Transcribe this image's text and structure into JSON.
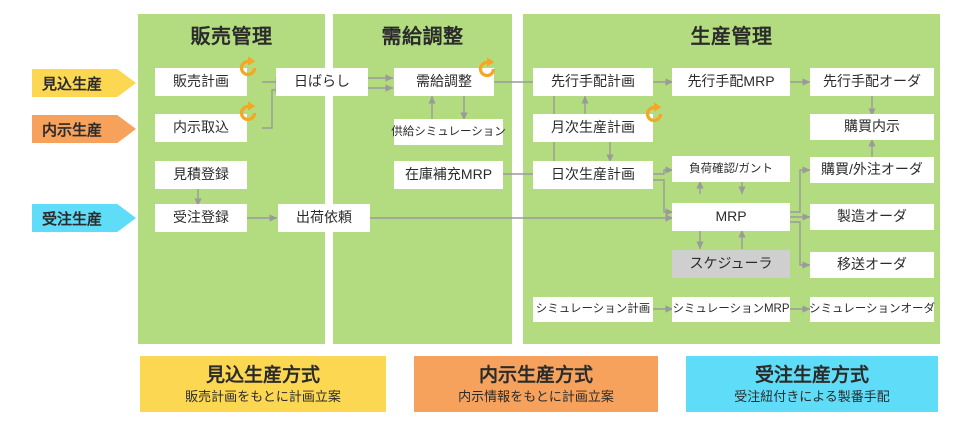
{
  "colors": {
    "panel_green": "#b3dc80",
    "node_white": "#ffffff",
    "node_gray": "#cfcfcf",
    "make_to_stock_yellow": "#fcd752",
    "forecast_orange": "#f6a25c",
    "make_to_order_cyan": "#5fdcf7",
    "connector_gray": "#9a9a9a",
    "cycle_icon_orange": "#f5a623",
    "text_dark": "#2b2b2b"
  },
  "categories": [
    {
      "label": "見込生産",
      "color": "#fcd752",
      "icon": "pennant-arrow-icon"
    },
    {
      "label": "内示生産",
      "color": "#f6a25c",
      "icon": "pennant-arrow-icon"
    },
    {
      "label": "受注生産",
      "color": "#5fdcf7",
      "icon": "pennant-arrow-icon"
    }
  ],
  "panels": [
    {
      "id": "sales-management",
      "title": "販売管理",
      "nodes": [
        {
          "id": "sales-plan",
          "label": "販売計画"
        },
        {
          "id": "day-spread",
          "label": "日ばらし"
        },
        {
          "id": "forecast-import",
          "label": "内示取込"
        },
        {
          "id": "quotation-register",
          "label": "見積登録"
        },
        {
          "id": "order-register",
          "label": "受注登録"
        },
        {
          "id": "shipping-request",
          "label": "出荷依頼"
        }
      ]
    },
    {
      "id": "supply-demand-adjustment",
      "title": "需給調整",
      "nodes": [
        {
          "id": "supply-demand-adjust",
          "label": "需給調整"
        },
        {
          "id": "supply-simulation",
          "label": "供給シミュレーション"
        },
        {
          "id": "stock-replenishment-mrp",
          "label": "在庫補充MRP"
        }
      ]
    },
    {
      "id": "production-management",
      "title": "生産管理",
      "nodes": [
        {
          "id": "advance-arrangement-plan",
          "label": "先行手配計画"
        },
        {
          "id": "advance-arrangement-mrp",
          "label": "先行手配MRP"
        },
        {
          "id": "advance-arrangement-order",
          "label": "先行手配オーダ"
        },
        {
          "id": "monthly-production-plan",
          "label": "月次生産計画"
        },
        {
          "id": "purchase-forecast",
          "label": "購買内示"
        },
        {
          "id": "daily-production-plan",
          "label": "日次生産計画"
        },
        {
          "id": "load-check-gantt",
          "label": "負荷確認/ガント"
        },
        {
          "id": "purchase-outsource-order",
          "label": "購買/外注オーダ"
        },
        {
          "id": "mrp",
          "label": "MRP"
        },
        {
          "id": "manufacturing-order",
          "label": "製造オーダ"
        },
        {
          "id": "scheduler",
          "label": "スケジューラ"
        },
        {
          "id": "transfer-order",
          "label": "移送オーダ"
        },
        {
          "id": "simulation-plan",
          "label": "シミュレーション計画"
        },
        {
          "id": "simulation-mrp",
          "label": "シミュレーションMRP"
        },
        {
          "id": "simulation-order",
          "label": "シミュレーションオーダ"
        }
      ]
    }
  ],
  "legend": [
    {
      "id": "make-to-stock",
      "title": "見込生産方式",
      "subtitle": "販売計画をもとに計画立案",
      "color": "#fcd752"
    },
    {
      "id": "forecast-production",
      "title": "内示生産方式",
      "subtitle": "内示情報をもとに計画立案",
      "color": "#f6a25c"
    },
    {
      "id": "make-to-order",
      "title": "受注生産方式",
      "subtitle": "受注紐付きによる製番手配",
      "color": "#5fdcf7"
    }
  ]
}
